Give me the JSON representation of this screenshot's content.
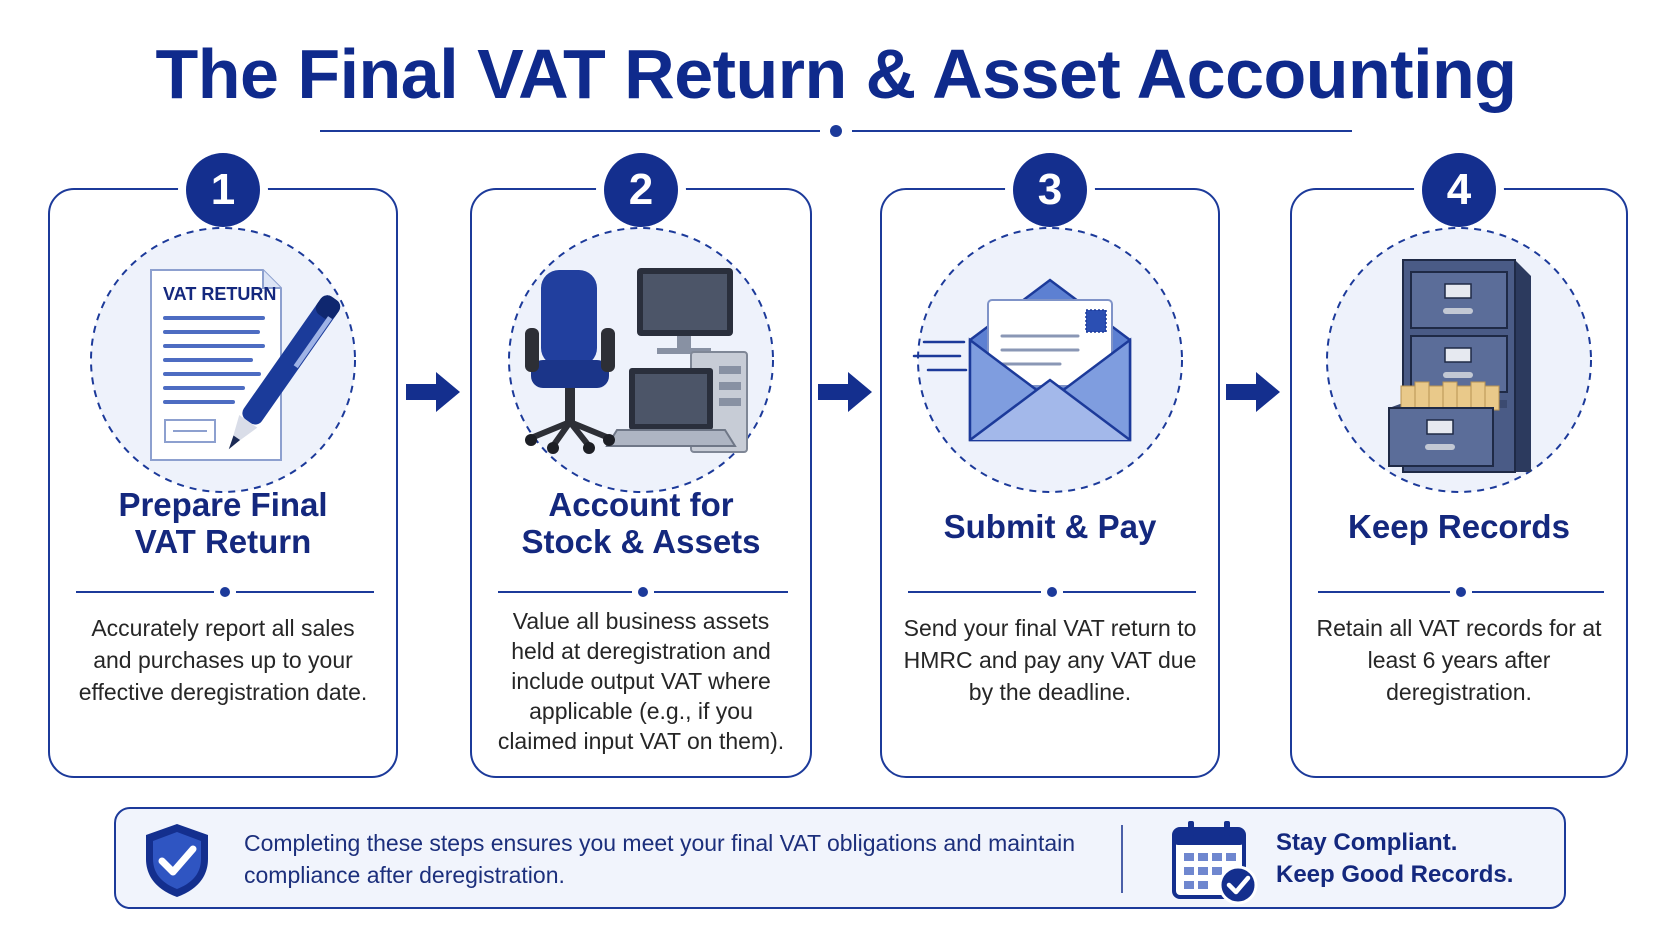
{
  "title": "The Final VAT Return & Asset Accounting",
  "steps": [
    {
      "number": "1",
      "title_lines": [
        "Prepare Final",
        "VAT Return"
      ],
      "illustration_label": "VAT RETURN",
      "description": "Accurately report all sales and purchases up to your effective deregistration date.",
      "icon": "vat-return-document-icon"
    },
    {
      "number": "2",
      "title_lines": [
        "Account for",
        "Stock & Assets"
      ],
      "description": "Value all business assets held at deregistration and include output VAT where applicable (e.g., if you claimed input VAT on them).",
      "icon": "office-assets-icon"
    },
    {
      "number": "3",
      "title_lines": [
        "Submit & Pay"
      ],
      "description": "Send your final VAT return to HMRC and pay any VAT due by the deadline.",
      "icon": "envelope-icon"
    },
    {
      "number": "4",
      "title_lines": [
        "Keep Records"
      ],
      "description": "Retain all VAT records for at least 6 years after deregistration.",
      "icon": "filing-cabinet-icon"
    }
  ],
  "footer": {
    "text": "Completing these steps ensures you meet your final VAT obligations and maintain compliance after deregistration.",
    "right_lines": [
      "Stay Compliant.",
      "Keep Good Records."
    ]
  },
  "colors": {
    "primary": "#142f8e",
    "accent": "#3a5fc4",
    "light": "#e9eefb"
  }
}
